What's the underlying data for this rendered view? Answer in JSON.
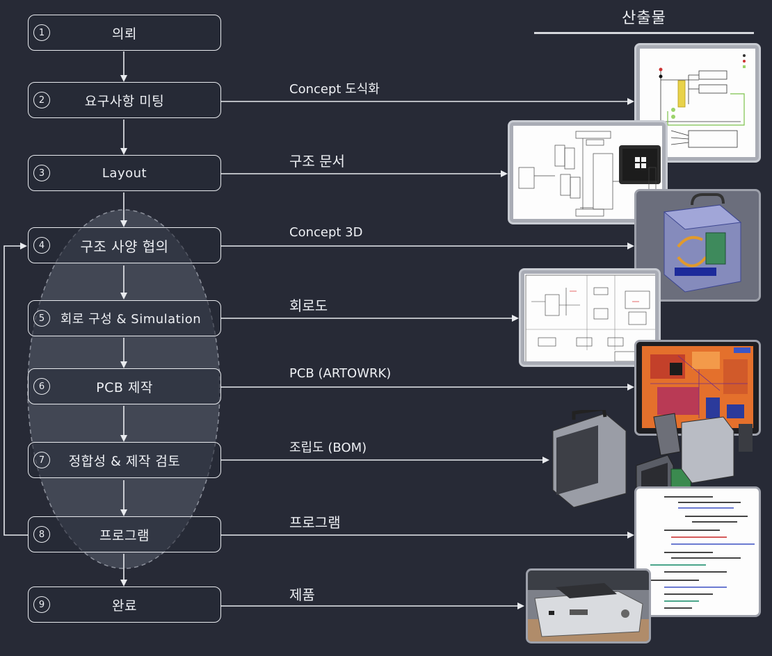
{
  "outputs_title": "산출물",
  "steps": [
    {
      "num": "1",
      "label": "의뢰"
    },
    {
      "num": "2",
      "label": "요구사항 미팅"
    },
    {
      "num": "3",
      "label": "Layout"
    },
    {
      "num": "4",
      "label": "구조 사양 협의"
    },
    {
      "num": "5",
      "label": "회로 구성 & Simulation"
    },
    {
      "num": "6",
      "label": "PCB 제작"
    },
    {
      "num": "7",
      "label": "정합성 & 제작 검토"
    },
    {
      "num": "8",
      "label": "프로그램"
    },
    {
      "num": "9",
      "label": "완료"
    }
  ],
  "deliverables": [
    {
      "label": "Concept 도식화",
      "image": "concept-block-diagram"
    },
    {
      "label": "구조 문서",
      "image": "structure-document"
    },
    {
      "label": "Concept 3D",
      "image": "concept-3d-model"
    },
    {
      "label": "회로도",
      "image": "circuit-schematic"
    },
    {
      "label": "PCB (ARTOWRK)",
      "image": "pcb-artwork"
    },
    {
      "label": "조립도 (BOM)",
      "image": "exploded-assembly-drawing"
    },
    {
      "label": "프로그램",
      "image": "program-source-code"
    },
    {
      "label": "제품",
      "image": "finished-product-photo"
    }
  ],
  "colors": {
    "background": "#272a36",
    "line": "#e9ebef",
    "ellipse": "#5c6070"
  }
}
